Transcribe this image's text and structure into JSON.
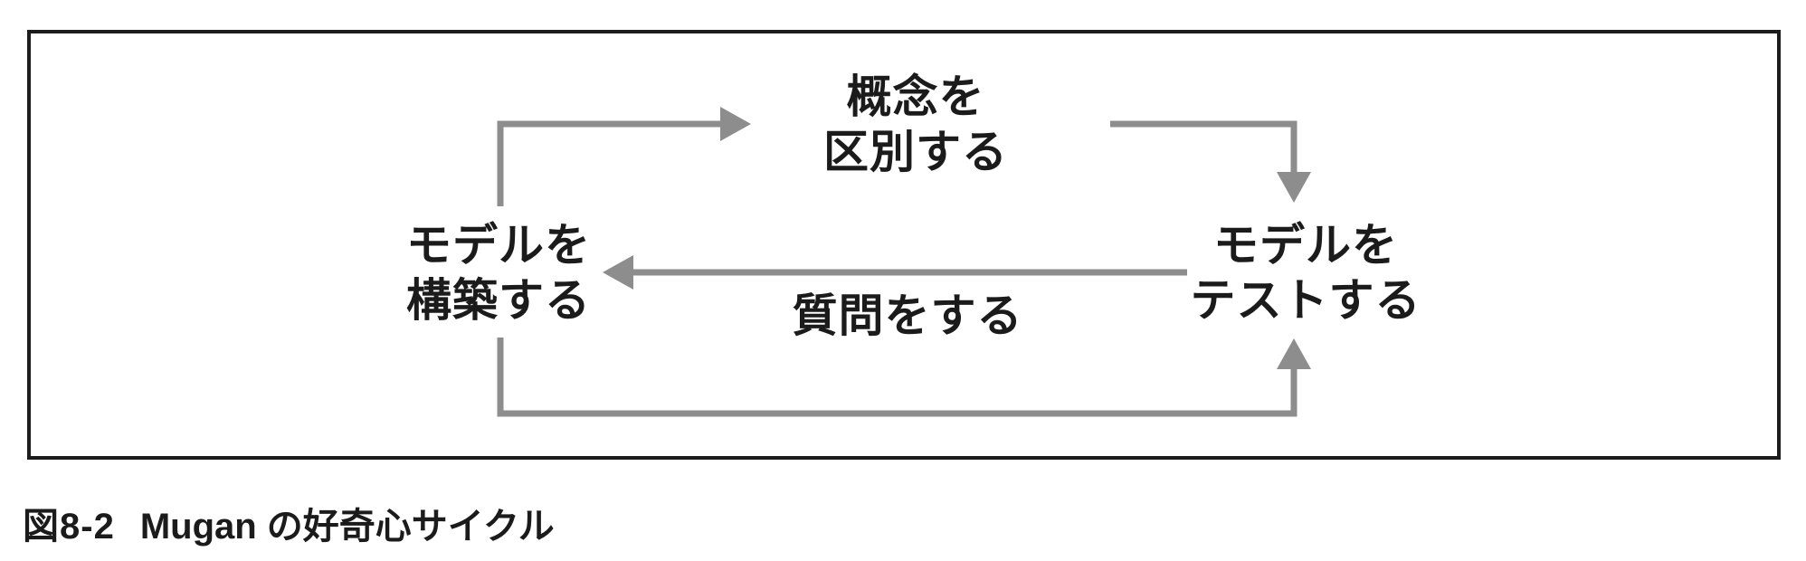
{
  "figure": {
    "nodes": {
      "concepts": {
        "lines": [
          "概念を",
          "区別する"
        ]
      },
      "build": {
        "lines": [
          "モデルを",
          "構築する"
        ]
      },
      "test": {
        "lines": [
          "モデルを",
          "テストする"
        ]
      }
    },
    "edge_label": "質問をする",
    "edges": [
      {
        "from": "build",
        "to": "concepts",
        "label": ""
      },
      {
        "from": "concepts",
        "to": "test",
        "label": ""
      },
      {
        "from": "test",
        "to": "build",
        "label": "質問をする"
      },
      {
        "from": "build",
        "to": "test",
        "label": ""
      }
    ],
    "colors": {
      "arrow": "#8d8d8d",
      "text": "#1b1b1b",
      "frame_border": "#1c1c1c",
      "background": "#ffffff"
    }
  },
  "caption": {
    "label": "図8-2",
    "title": "Mugan の好奇心サイクル"
  }
}
